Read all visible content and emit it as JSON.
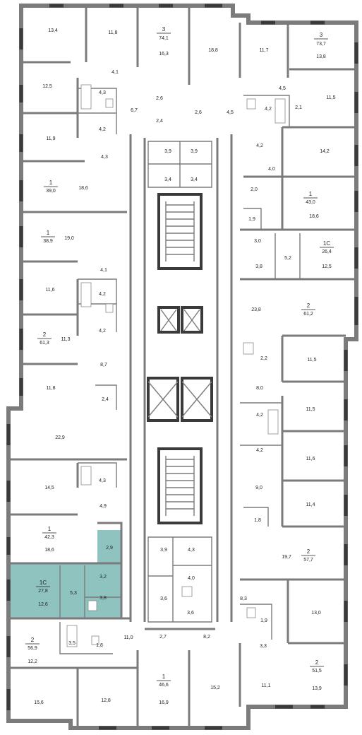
{
  "highlight_color": "#8ec3c0",
  "apartments": [
    {
      "id": "a1",
      "rooms": "3",
      "area": "74,1"
    },
    {
      "id": "a2",
      "rooms": "3",
      "area": "73,7"
    },
    {
      "id": "a3",
      "rooms": "1",
      "area": "39,0"
    },
    {
      "id": "a4",
      "rooms": "1",
      "area": "43,0"
    },
    {
      "id": "a5",
      "rooms": "1",
      "area": "38,9"
    },
    {
      "id": "a6",
      "rooms": "1С",
      "area": "26,4"
    },
    {
      "id": "a7",
      "rooms": "2",
      "area": "61,2"
    },
    {
      "id": "a8",
      "rooms": "2",
      "area": "61,3"
    },
    {
      "id": "a9",
      "rooms": "1",
      "area": "42,3"
    },
    {
      "id": "a10",
      "rooms": "2",
      "area": "57,7"
    },
    {
      "id": "a11",
      "rooms": "1С",
      "area": "27,8"
    },
    {
      "id": "a12",
      "rooms": "2",
      "area": "56,9"
    },
    {
      "id": "a13",
      "rooms": "2",
      "area": "51,5"
    },
    {
      "id": "a14",
      "rooms": "1",
      "area": "46,6"
    }
  ],
  "rooms": [
    "13,4",
    "11,8",
    "16,3",
    "18,8",
    "11,7",
    "13,8",
    "4,1",
    "12,5",
    "4,3",
    "4,2",
    "6,7",
    "2,6",
    "2,4",
    "2,6",
    "4,5",
    "4,5",
    "4,2",
    "2,1",
    "11,5",
    "11,9",
    "4,3",
    "3,9",
    "3,9",
    "3,4",
    "3,4",
    "4,2",
    "14,2",
    "4,0",
    "18,6",
    "2,0",
    "18,6",
    "1,9",
    "19,0",
    "3,0",
    "5,2",
    "3,8",
    "12,5",
    "4,1",
    "11,6",
    "4,2",
    "23,8",
    "4,2",
    "11,3",
    "2,2",
    "8,7",
    "11,5",
    "8,0",
    "11,8",
    "2,4",
    "11,5",
    "22,9",
    "4,2",
    "4,2",
    "11,6",
    "4,3",
    "14,5",
    "9,0",
    "4,9",
    "11,4",
    "1,8",
    "18,6",
    "2,9",
    "3,9",
    "4,3",
    "19,7",
    "3,2",
    "4,0",
    "5,3",
    "3,6",
    "12,6",
    "3,8",
    "3,6",
    "8,3",
    "13,0",
    "1,9",
    "3,5",
    "1,8",
    "11,0",
    "2,7",
    "8,2",
    "3,3",
    "12,2",
    "11,1",
    "15,6",
    "12,8",
    "16,9",
    "15,2",
    "13,9"
  ]
}
